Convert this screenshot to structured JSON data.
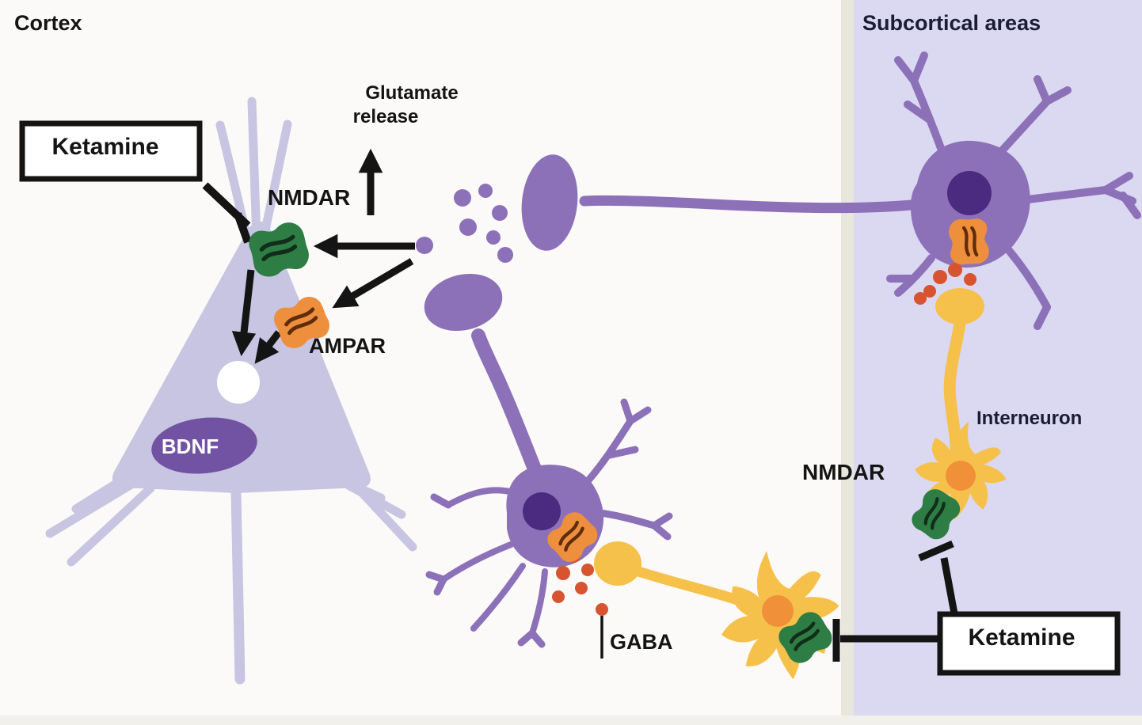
{
  "titles": {
    "cortex": "Cortex",
    "subcortical": "Subcortical areas"
  },
  "boxes": {
    "ketamine_cortex": "Ketamine",
    "ketamine_subcortical": "Ketamine"
  },
  "labels": {
    "nmdar_cortex": "NMDAR",
    "ampar": "AMPAR",
    "glutamate_line1": "Glutamate",
    "glutamate_line2": "release",
    "bdnf": "BDNF",
    "gaba": "GABA",
    "interneuron": "Interneuron",
    "nmdar_subcortical": "NMDAR"
  },
  "icons": {
    "nmdar_receptor": "green-bowtie-channel",
    "ampar_receptor": "orange-bowtie-channel",
    "activation_connector": "black-arrow",
    "inhibition_connector": "t-bar",
    "glutamate_vesicle": "purple-dot",
    "gaba_vesicle": "red-orange-dot"
  },
  "colors": {
    "cortex_bg": "#fbfaf8",
    "subcortical_bg": "#dbd8f1",
    "divider": "#e9e6dc",
    "bottom_strip": "#f2f0ea",
    "pyramidal_neuron": "#c7c5e1",
    "purple_neuron": "#8d71b8",
    "nucleus_dark": "#4b2b80",
    "bdnf_ellipse": "#7253a3",
    "interneuron_yellow": "#f6c14b",
    "interneuron_nucleus": "#f0913a",
    "nmdar_green": "#2e7d44",
    "nmdar_green_stripe": "#122d1a",
    "ampar_orange": "#ee8f3e",
    "ampar_orange_stripe": "#5f2d0c",
    "gaba_dot": "#d85430",
    "arrow_black": "#141414",
    "text_dark": "#141414",
    "subcortical_title": "#1c1c36",
    "white": "#ffffff"
  }
}
